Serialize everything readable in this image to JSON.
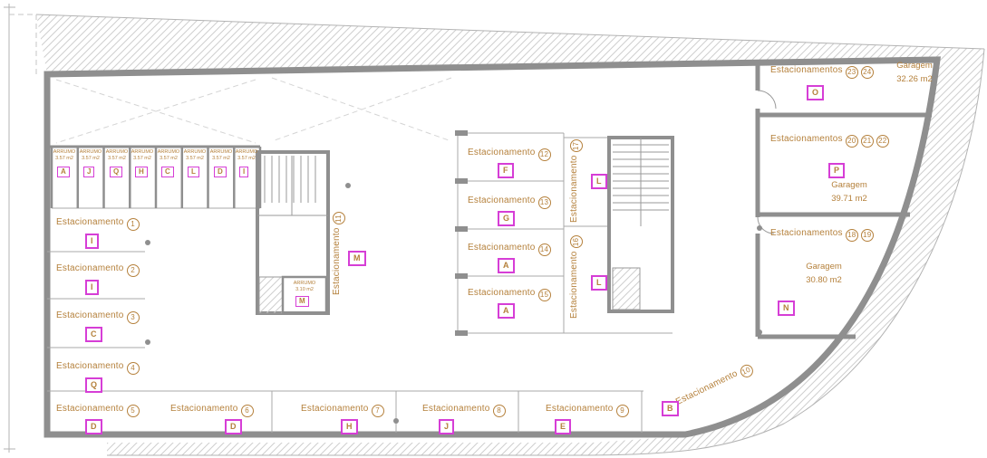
{
  "colors": {
    "label": "#b5813c",
    "badge": "#d63ed6",
    "wall": "#8f8f8f"
  },
  "plan": {
    "spots": [
      {
        "name": "Estacionamento",
        "num": "1",
        "letter": "I"
      },
      {
        "name": "Estacionamento",
        "num": "2",
        "letter": "I"
      },
      {
        "name": "Estacionamento",
        "num": "3",
        "letter": "C"
      },
      {
        "name": "Estacionamento",
        "num": "4",
        "letter": "Q"
      },
      {
        "name": "Estacionamento",
        "num": "5",
        "letter": "D"
      },
      {
        "name": "Estacionamento",
        "num": "6",
        "letter": "D"
      },
      {
        "name": "Estacionamento",
        "num": "7",
        "letter": "H"
      },
      {
        "name": "Estacionamento",
        "num": "8",
        "letter": "J"
      },
      {
        "name": "Estacionamento",
        "num": "9",
        "letter": "E"
      },
      {
        "name": "Estacionamento",
        "num": "10",
        "letter": "B"
      },
      {
        "name": "Estacionamento",
        "num": "11",
        "letter": "M"
      },
      {
        "name": "Estacionamento",
        "num": "12",
        "letter": "F"
      },
      {
        "name": "Estacionamento",
        "num": "13",
        "letter": "G"
      },
      {
        "name": "Estacionamento",
        "num": "14",
        "letter": "A"
      },
      {
        "name": "Estacionamento",
        "num": "15",
        "letter": "A"
      },
      {
        "name": "Estacionamento",
        "num": "16",
        "letter": "L"
      },
      {
        "name": "Estacionamento",
        "num": "17",
        "letter": "L"
      }
    ],
    "garages": [
      {
        "name": "Estacionamentos",
        "nums": [
          "23",
          "24"
        ],
        "letter": "O",
        "garagem": "Garagem",
        "area": "32.26 m2"
      },
      {
        "name": "Estacionamentos",
        "nums": [
          "20",
          "21",
          "22"
        ],
        "letter": "P",
        "garagem": "Garagem",
        "area": "39.71 m2"
      },
      {
        "name": "Estacionamentos",
        "nums": [
          "18",
          "19"
        ],
        "letter": "N",
        "garagem": "Garagem",
        "area": "30.80 m2"
      }
    ],
    "storages": [
      {
        "name": "ARRUMO",
        "area": "3.57 m2",
        "letter": "A"
      },
      {
        "name": "ARRUMO",
        "area": "3.57 m2",
        "letter": "J"
      },
      {
        "name": "ARRUMO",
        "area": "3.57 m2",
        "letter": "Q"
      },
      {
        "name": "ARRUMO",
        "area": "3.57 m2",
        "letter": "H"
      },
      {
        "name": "ARRUMO",
        "area": "3.57 m2",
        "letter": "C"
      },
      {
        "name": "ARRUMO",
        "area": "3.57 m2",
        "letter": "L"
      },
      {
        "name": "ARRUMO",
        "area": "3.57 m2",
        "letter": "D"
      },
      {
        "name": "ARRUMO",
        "area": "3.57 m2",
        "letter": "I"
      },
      {
        "name": "ARRUMO",
        "area": "3.10 m2",
        "letter": "M"
      }
    ]
  }
}
